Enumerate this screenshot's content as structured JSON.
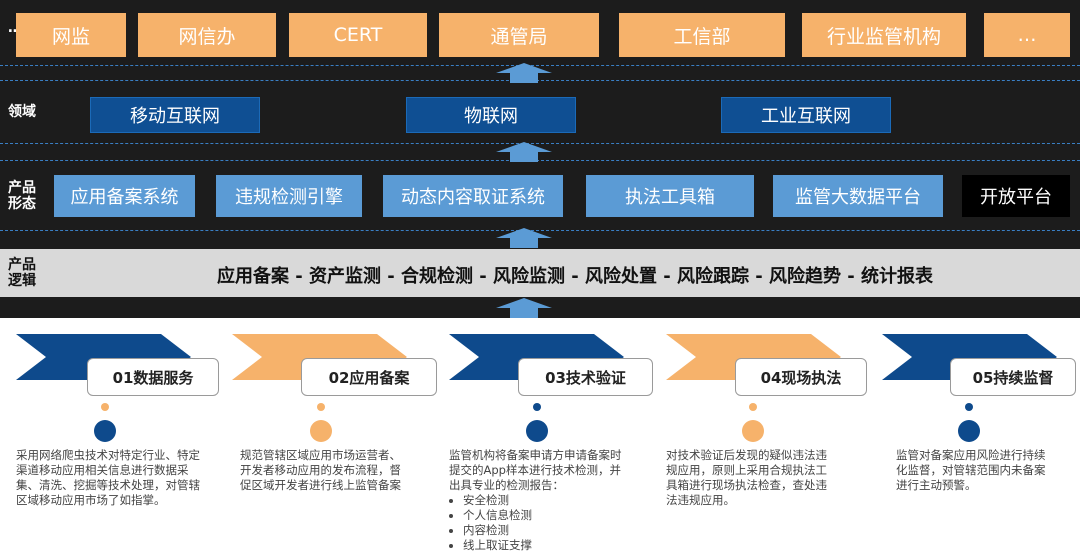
{
  "rows": {
    "orgs_label": "…",
    "domain_label": "领域",
    "product_form_label": "产品形态",
    "product_logic_label": "产品逻辑"
  },
  "orgs": [
    "网监",
    "网信办",
    "CERT",
    "通管局",
    "工信部",
    "行业监管机构",
    "…"
  ],
  "domains": [
    "移动互联网",
    "物联网",
    "工业互联网"
  ],
  "products": [
    "应用备案系统",
    "违规检测引擎",
    "动态内容取证系统",
    "执法工具箱",
    "监管大数据平台",
    "开放平台"
  ],
  "logic_flow": "应用备案 - 资产监测 - 合规检测 - 风险监测 - 风险处置 - 风险跟踪 - 风险趋势 - 统计报表",
  "stages": [
    {
      "title": "01数据服务",
      "desc": "采用网络爬虫技术对特定行业、特定渠道移动应用相关信息进行数据采集、清洗、挖掘等技术处理，对管辖区域移动应用市场了如指掌。"
    },
    {
      "title": "02应用备案",
      "desc": "规范管辖区域应用市场运营者、开发者移动应用的发布流程，督促区域开发者进行线上监管备案"
    },
    {
      "title": "03技术验证",
      "desc": "监管机构将备案申请方申请备案时提交的App样本进行技术检测，并出具专业的检测报告：",
      "bullets": [
        "安全检测",
        "个人信息检测",
        "内容检测",
        "线上取证支撑"
      ]
    },
    {
      "title": "04现场执法",
      "desc": "对技术验证后发现的疑似违法违规应用，原则上采用合规执法工具箱进行现场执法检查，查处违法违规应用。"
    },
    {
      "title": "05持续监督",
      "desc": "监管对备案应用风险进行持续化监督，对管辖范围内未备案进行主动预警。"
    }
  ],
  "colors": {
    "dark_bg": "#1c1c1c",
    "orange": "#f6b26b",
    "navy": "#0f4f93",
    "blue": "#5b9bd5",
    "stage_navy": "#0e4a8c",
    "stage_orange": "#f6b26b"
  }
}
